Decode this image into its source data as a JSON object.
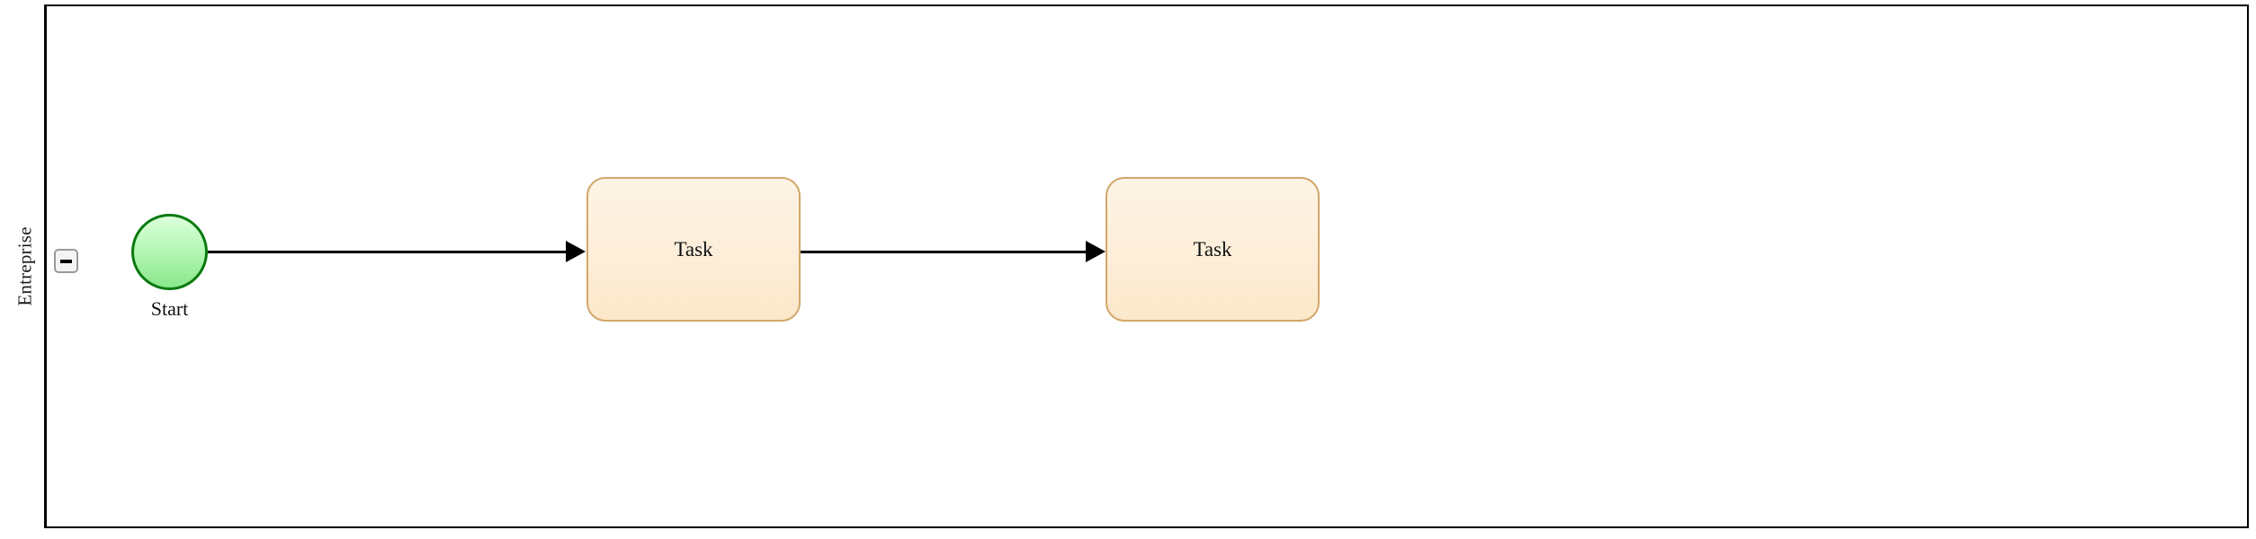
{
  "diagram": {
    "type": "bpmn-process",
    "pool": {
      "lane_label": "Entreprise",
      "collapse_button": {
        "icon": "minus-icon",
        "state": "expanded"
      }
    },
    "nodes": [
      {
        "id": "start-event",
        "kind": "start-event",
        "label": "Start",
        "shape": "circle",
        "fill_top": "#dcffdc",
        "fill_bottom": "#8ae88a",
        "stroke": "#0a7a10"
      },
      {
        "id": "task-1",
        "kind": "task",
        "label": "Task",
        "shape": "rounded-rect",
        "fill_top": "#fdf4e6",
        "fill_bottom": "#fce7c9",
        "stroke": "#d2a76a"
      },
      {
        "id": "task-2",
        "kind": "task",
        "label": "Task",
        "shape": "rounded-rect",
        "fill_top": "#fdf4e6",
        "fill_bottom": "#fce7c9",
        "stroke": "#d2a76a"
      }
    ],
    "flows": [
      {
        "id": "flow-1",
        "from": "start-event",
        "to": "task-1",
        "stroke": "#000000"
      },
      {
        "id": "flow-2",
        "from": "task-1",
        "to": "task-2",
        "stroke": "#000000"
      }
    ]
  }
}
